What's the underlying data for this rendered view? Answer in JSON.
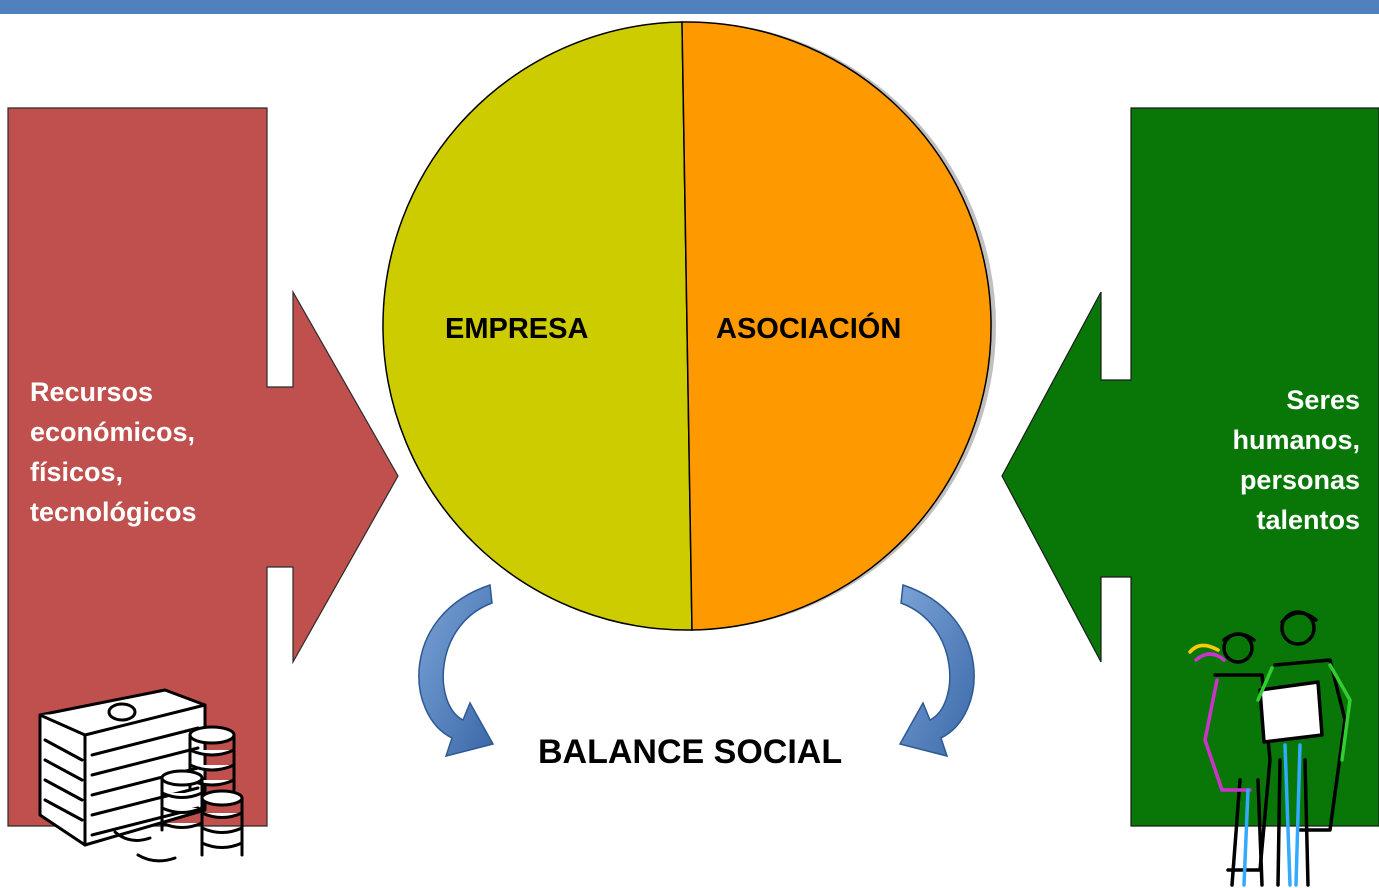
{
  "colors": {
    "top_bar": "#4f81bd",
    "left_arrow": "#c0504d",
    "right_arrow": "#087708",
    "left_half": "#cccc00",
    "right_half": "#ff9900",
    "curved_arrows": "#4f81bd"
  },
  "icons": {
    "left": "money-stack-coins-icon",
    "right": "two-workers-reading-plan-icon",
    "curved": "curved-arrow-icon"
  },
  "left_arrow": {
    "lines": [
      "Recursos",
      "económicos,",
      "físicos,",
      "tecnológicos"
    ]
  },
  "right_arrow": {
    "lines": [
      "Seres",
      "humanos,",
      "personas",
      "talentos"
    ]
  },
  "circle": {
    "left_label": "EMPRESA",
    "right_label": "ASOCIACIÓN"
  },
  "balance_label": "BALANCE SOCIAL"
}
